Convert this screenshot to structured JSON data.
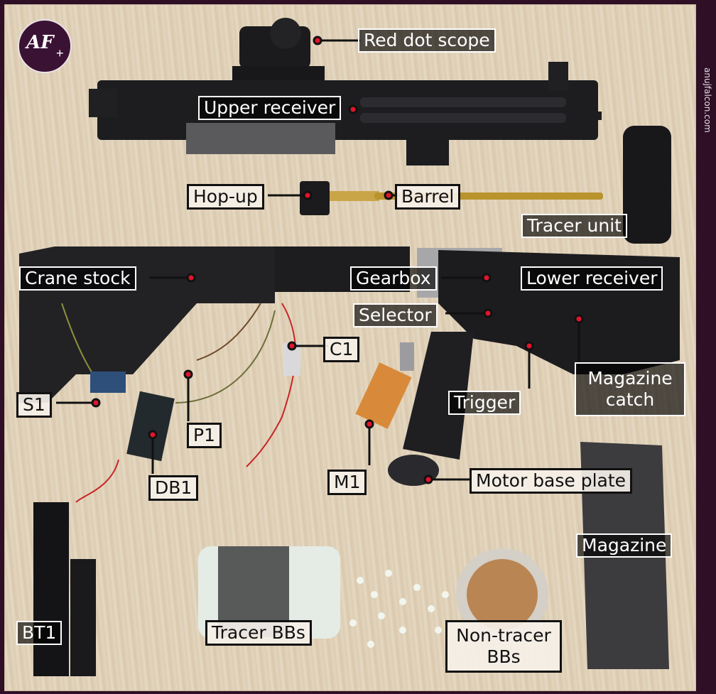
{
  "brand": {
    "logo_text": "AF",
    "logo_plus": "+",
    "site": "anujfalcon.com"
  },
  "labels": {
    "red_dot_scope": "Red dot scope",
    "upper_receiver": "Upper receiver",
    "hop_up": "Hop-up",
    "barrel": "Barrel",
    "tracer_unit": "Tracer unit",
    "crane_stock": "Crane stock",
    "gearbox": "Gearbox",
    "lower_receiver": "Lower receiver",
    "selector": "Selector",
    "c1": "C1",
    "trigger": "Trigger",
    "magazine_catch": "Magazine catch",
    "s1": "S1",
    "p1": "P1",
    "db1": "DB1",
    "m1": "M1",
    "motor_base_plate": "Motor base plate",
    "magazine": "Magazine",
    "bt1": "BT1",
    "tracer_bbs": "Tracer BBs",
    "non_tracer_bbs": "Non-tracer BBs"
  },
  "colors": {
    "frame": "#2e0f26",
    "table": "#e2d3bb",
    "pointer_dot": "#e0152b",
    "parts": "#1c1c1e"
  }
}
